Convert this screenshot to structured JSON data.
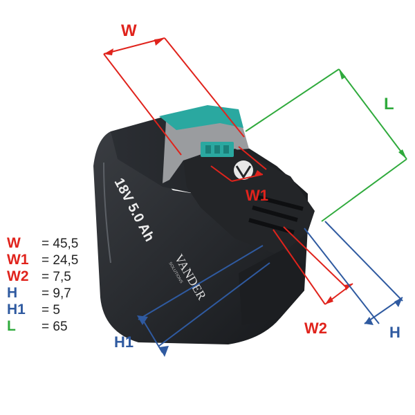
{
  "colors": {
    "red": "#e0231c",
    "green": "#2faa3c",
    "blue": "#2f5aa0",
    "teal": "#2aa8a0"
  },
  "battery": {
    "voltage_text": "18V 5.0 Ah",
    "brand_text": "VANDER",
    "brand_sub": "SOLUTIONS"
  },
  "labels": {
    "w": "W",
    "w1": "W1",
    "w2": "W2",
    "h": "H",
    "h1": "H1",
    "l": "L"
  },
  "legend": [
    {
      "key": "W",
      "value": "= 45,5",
      "color": "#e0231c"
    },
    {
      "key": "W1",
      "value": "= 24,5",
      "color": "#e0231c"
    },
    {
      "key": "W2",
      "value": "= 7,5",
      "color": "#e0231c"
    },
    {
      "key": "H",
      "value": "= 9,7",
      "color": "#2f5aa0"
    },
    {
      "key": "H1",
      "value": "= 5",
      "color": "#2f5aa0"
    },
    {
      "key": "L",
      "value": "= 65",
      "color": "#2faa3c"
    }
  ]
}
